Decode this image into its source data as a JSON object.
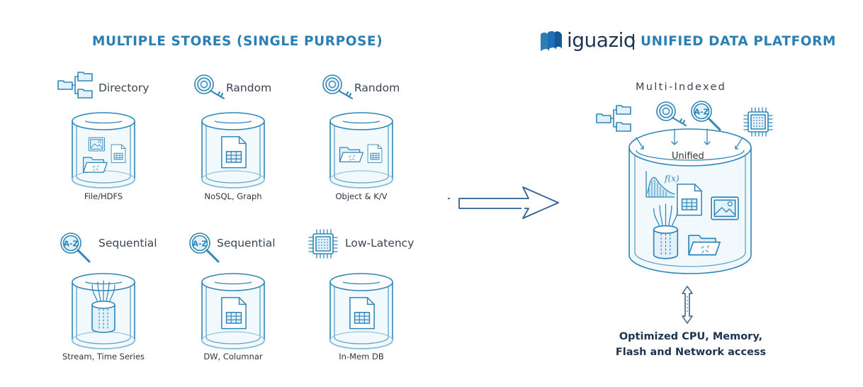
{
  "left_title": "MULTIPLE STORES (SINGLE PURPOSE)",
  "brand": {
    "name": "iguazio",
    "tagline": "UNIFIED DATA PLATFORM",
    "logo_color": "#1e6fb5"
  },
  "stores": [
    {
      "label": "Directory",
      "caption": "File/HDFS",
      "icon": "folder-tree-icon"
    },
    {
      "label": "Random",
      "caption": "NoSQL, Graph",
      "icon": "key-search-icon"
    },
    {
      "label": "Random",
      "caption": "Object & K/V",
      "icon": "key-search-icon"
    },
    {
      "label": "Sequential",
      "caption": "Stream, Time Series",
      "icon": "a-z-search-icon"
    },
    {
      "label": "Sequential",
      "caption": "DW, Columnar",
      "icon": "a-z-search-icon"
    },
    {
      "label": "Low-Latency",
      "caption": "In-Mem DB",
      "icon": "chip-icon"
    }
  ],
  "unified": {
    "header": "Multi-Indexed",
    "center_label": "Unified",
    "function_label": "f(x)",
    "az_label": "A-Z",
    "bottom_text": "Optimized CPU, Memory, Flash and Network access"
  },
  "colors": {
    "accent": "#2a7fb5",
    "line": "#2e86b8",
    "dark_text": "#1d3552"
  }
}
